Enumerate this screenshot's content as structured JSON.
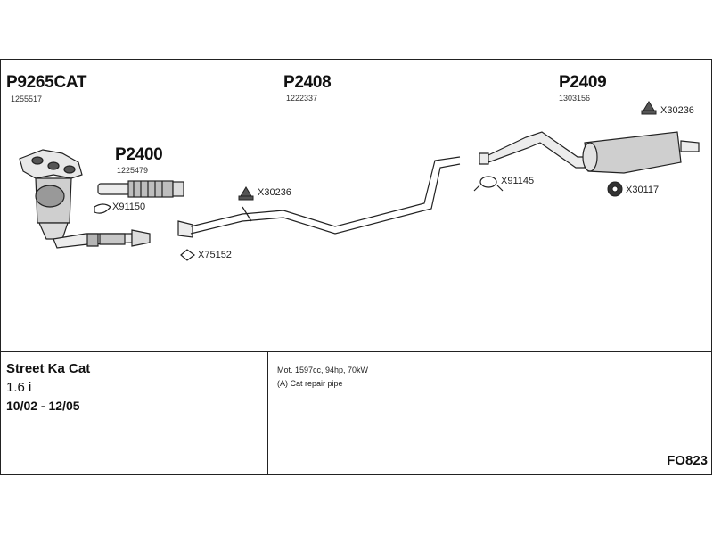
{
  "parts": {
    "cat": {
      "code": "P9265CAT",
      "number": "1255517"
    },
    "front": {
      "code": "P2400",
      "number": "1225479"
    },
    "middle": {
      "code": "P2408",
      "number": "1222337"
    },
    "rear": {
      "code": "P2409",
      "number": "1303156"
    }
  },
  "accessories": {
    "gasket_front": "X91150",
    "gasket_flange": "X75152",
    "hanger_middle": "X30236",
    "clamp_rear": "X91145",
    "hanger_rear": "X30236",
    "rubber_rear": "X30117"
  },
  "vehicle": {
    "name": "Street Ka Cat",
    "engine": "1.6 i",
    "years": "10/02 - 12/05"
  },
  "notes": {
    "motor": "Mot. 1597cc, 94hp, 70kW",
    "repair": "(A) Cat repair pipe"
  },
  "diagram_code": "FO823"
}
